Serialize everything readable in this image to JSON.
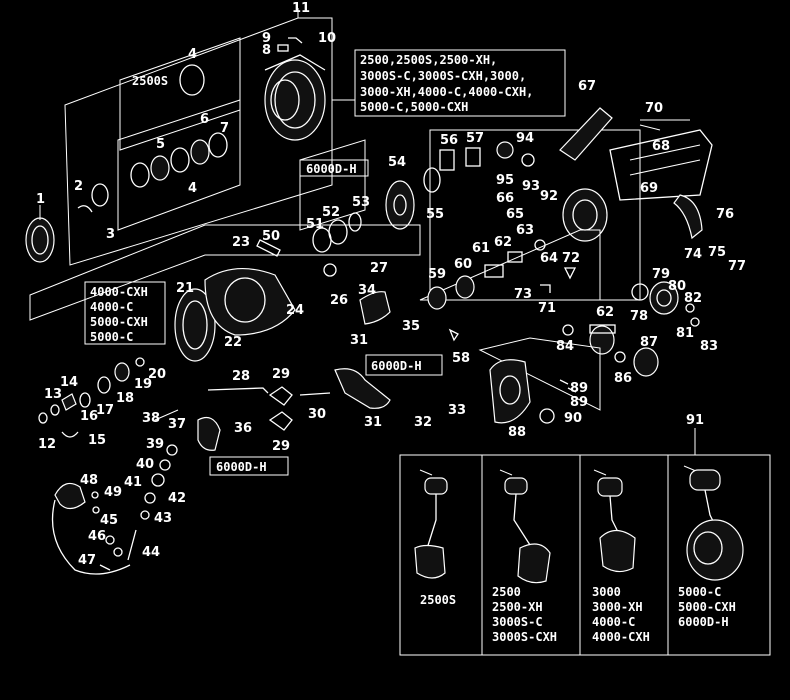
{
  "diagram": {
    "top_number": "11",
    "callouts": {
      "n1": "1",
      "n2": "2",
      "n3": "3",
      "n4a": "4",
      "n4b": "4",
      "n5": "5",
      "n6": "6",
      "n7": "7",
      "n8": "8",
      "n9": "9",
      "n10": "10",
      "n12": "12",
      "n13": "13",
      "n14": "14",
      "n15": "15",
      "n16": "16",
      "n17": "17",
      "n18": "18",
      "n19": "19",
      "n20": "20",
      "n21": "21",
      "n22": "22",
      "n23": "23",
      "n24": "24",
      "n26": "26",
      "n27": "27",
      "n28": "28",
      "n29a": "29",
      "n29b": "29",
      "n30": "30",
      "n31a": "31",
      "n31b": "31",
      "n32": "32",
      "n33": "33",
      "n34": "34",
      "n35": "35",
      "n36": "36",
      "n37": "37",
      "n38": "38",
      "n39": "39",
      "n40": "40",
      "n41": "41",
      "n42": "42",
      "n43": "43",
      "n44": "44",
      "n45": "45",
      "n46": "46",
      "n47": "47",
      "n48": "48",
      "n49": "49",
      "n50": "50",
      "n51": "51",
      "n52": "52",
      "n53": "53",
      "n54": "54",
      "n55": "55",
      "n56": "56",
      "n57": "57",
      "n58": "58",
      "n59": "59",
      "n60": "60",
      "n61": "61",
      "n62a": "62",
      "n62b": "62",
      "n63": "63",
      "n64": "64",
      "n65": "65",
      "n66": "66",
      "n67": "67",
      "n68": "68",
      "n69": "69",
      "n70": "70",
      "n71": "71",
      "n72": "72",
      "n73": "73",
      "n74": "74",
      "n75": "75",
      "n76": "76",
      "n77": "77",
      "n78": "78",
      "n79": "79",
      "n80": "80",
      "n81": "81",
      "n82": "82",
      "n83": "83",
      "n84": "84",
      "n86": "86",
      "n87": "87",
      "n88": "88",
      "n89": "89",
      "n90": "90",
      "n91": "91",
      "n92": "92",
      "n93": "93",
      "n94": "94",
      "n95": "95"
    },
    "labels": {
      "spool_2500s": "2500S",
      "models_top": [
        "2500,2500S,2500-XH,",
        "3000S-C,3000S-CXH,3000,",
        "3000-XH,4000-C,4000-CXH,",
        "5000-C,5000-CXH"
      ],
      "models_left": [
        "4000-CXH",
        "4000-C",
        "5000-CXH",
        "5000-C"
      ],
      "box_6000dh_a": "6000D-H",
      "box_6000dh_b": "6000D-H",
      "box_6000dh_c": "6000D-H",
      "handle_1": [
        "2500S"
      ],
      "handle_2": [
        "2500",
        "2500-XH",
        "3000S-C",
        "3000S-CXH"
      ],
      "handle_3": [
        "3000",
        "3000-XH",
        "4000-C",
        "4000-CXH"
      ],
      "handle_4": [
        "5000-C",
        "5000-CXH",
        "6000D-H"
      ]
    }
  }
}
